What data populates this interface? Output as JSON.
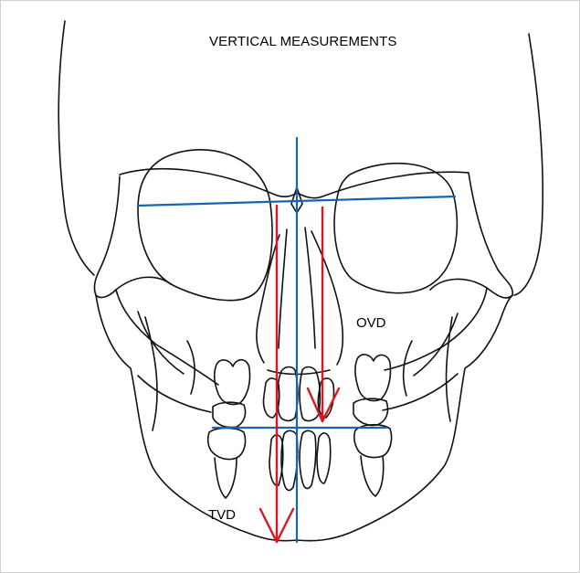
{
  "title": "VERTICAL MEASUREMENTS",
  "labels": {
    "ovd": "OVD",
    "tvd": "TVD"
  },
  "colors": {
    "outline": "#111111",
    "reference_lines": "#1565b0",
    "measurement_arrows": "#e0161e"
  }
}
